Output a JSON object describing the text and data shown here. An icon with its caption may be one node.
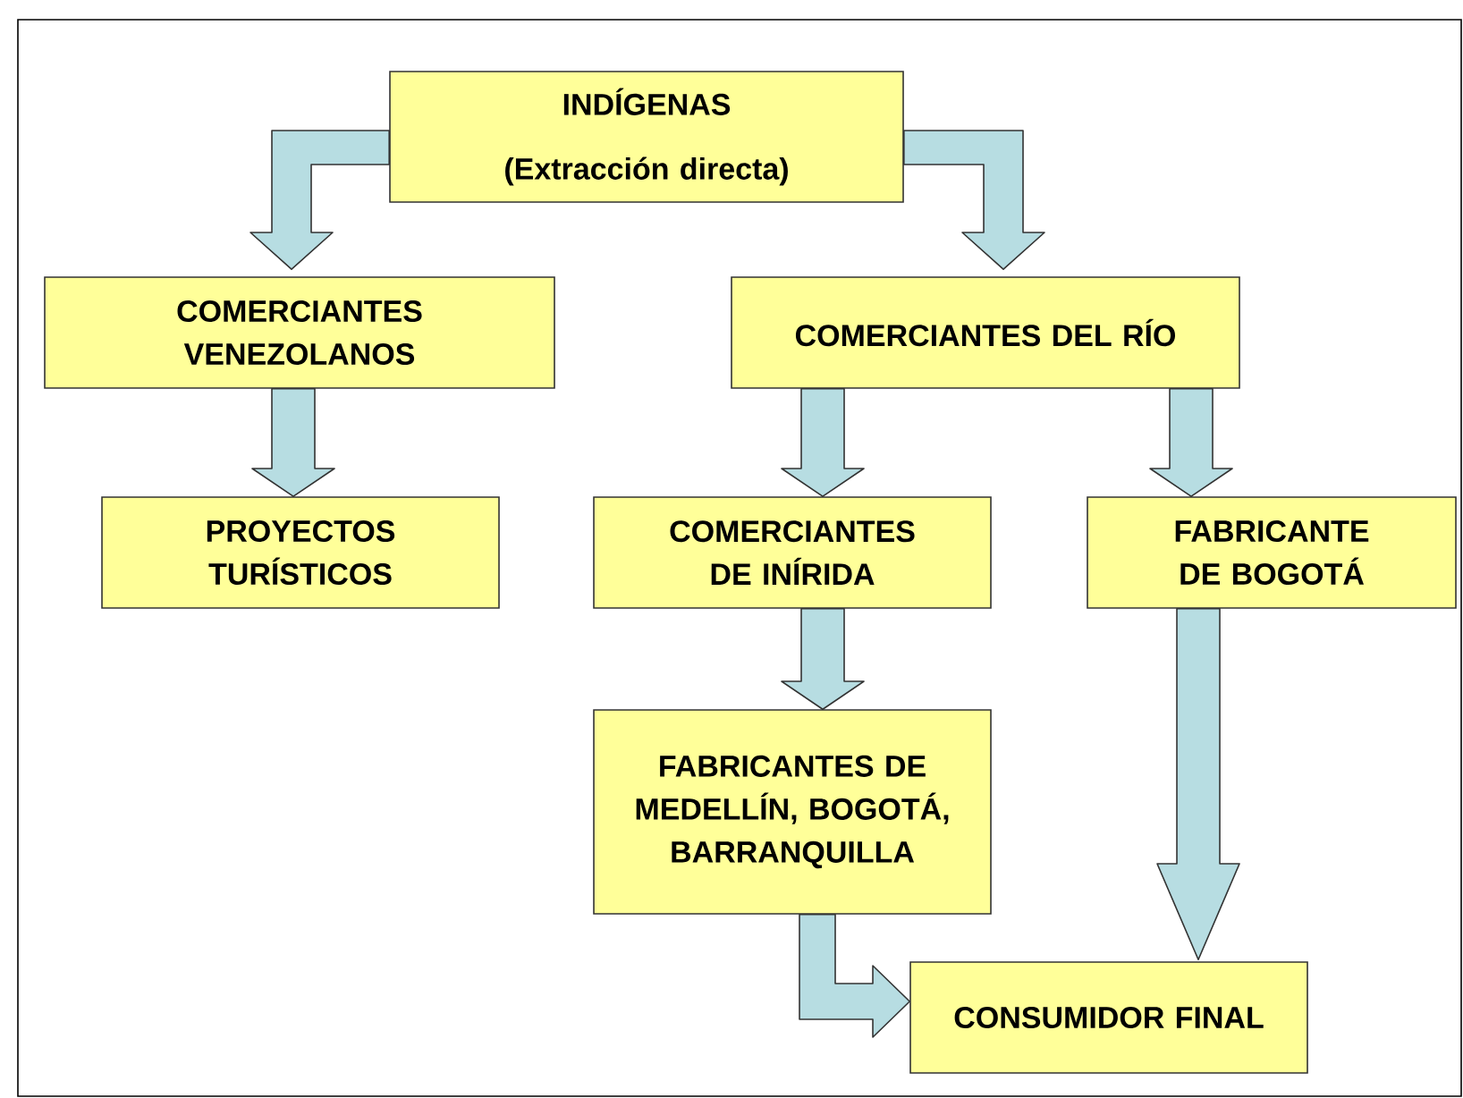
{
  "diagram": {
    "nodes": [
      {
        "text": [
          "INDÍGENAS",
          "(Extracción directa)"
        ]
      },
      {
        "text": [
          "COMERCIANTES VENEZOLANOS"
        ]
      },
      {
        "text": [
          "COMERCIANTES DEL RÍO"
        ]
      },
      {
        "text": [
          "PROYECTOS TURÍSTICOS"
        ]
      },
      {
        "text": [
          "COMERCIANTES DE INÍRIDA"
        ]
      },
      {
        "text": [
          "FABRICANTE DE BOGOTÁ"
        ]
      },
      {
        "text": [
          "FABRICANTES DE MEDELLÍN, BOGOTÁ, BARRANQUILLA"
        ]
      },
      {
        "text": [
          "CONSUMIDOR FINAL"
        ]
      }
    ],
    "edges": [
      {
        "from": 0,
        "to": 1,
        "arrow": "to"
      },
      {
        "from": 0,
        "to": 2,
        "arrow": "to"
      },
      {
        "from": 1,
        "to": 3,
        "arrow": "to"
      },
      {
        "from": 2,
        "to": 4,
        "arrow": "to"
      },
      {
        "from": 2,
        "to": 5,
        "arrow": "to"
      },
      {
        "from": 4,
        "to": 6,
        "arrow": "to"
      },
      {
        "from": 5,
        "to": 7,
        "arrow": "to"
      },
      {
        "from": 6,
        "to": 7,
        "arrow": "to"
      }
    ]
  }
}
